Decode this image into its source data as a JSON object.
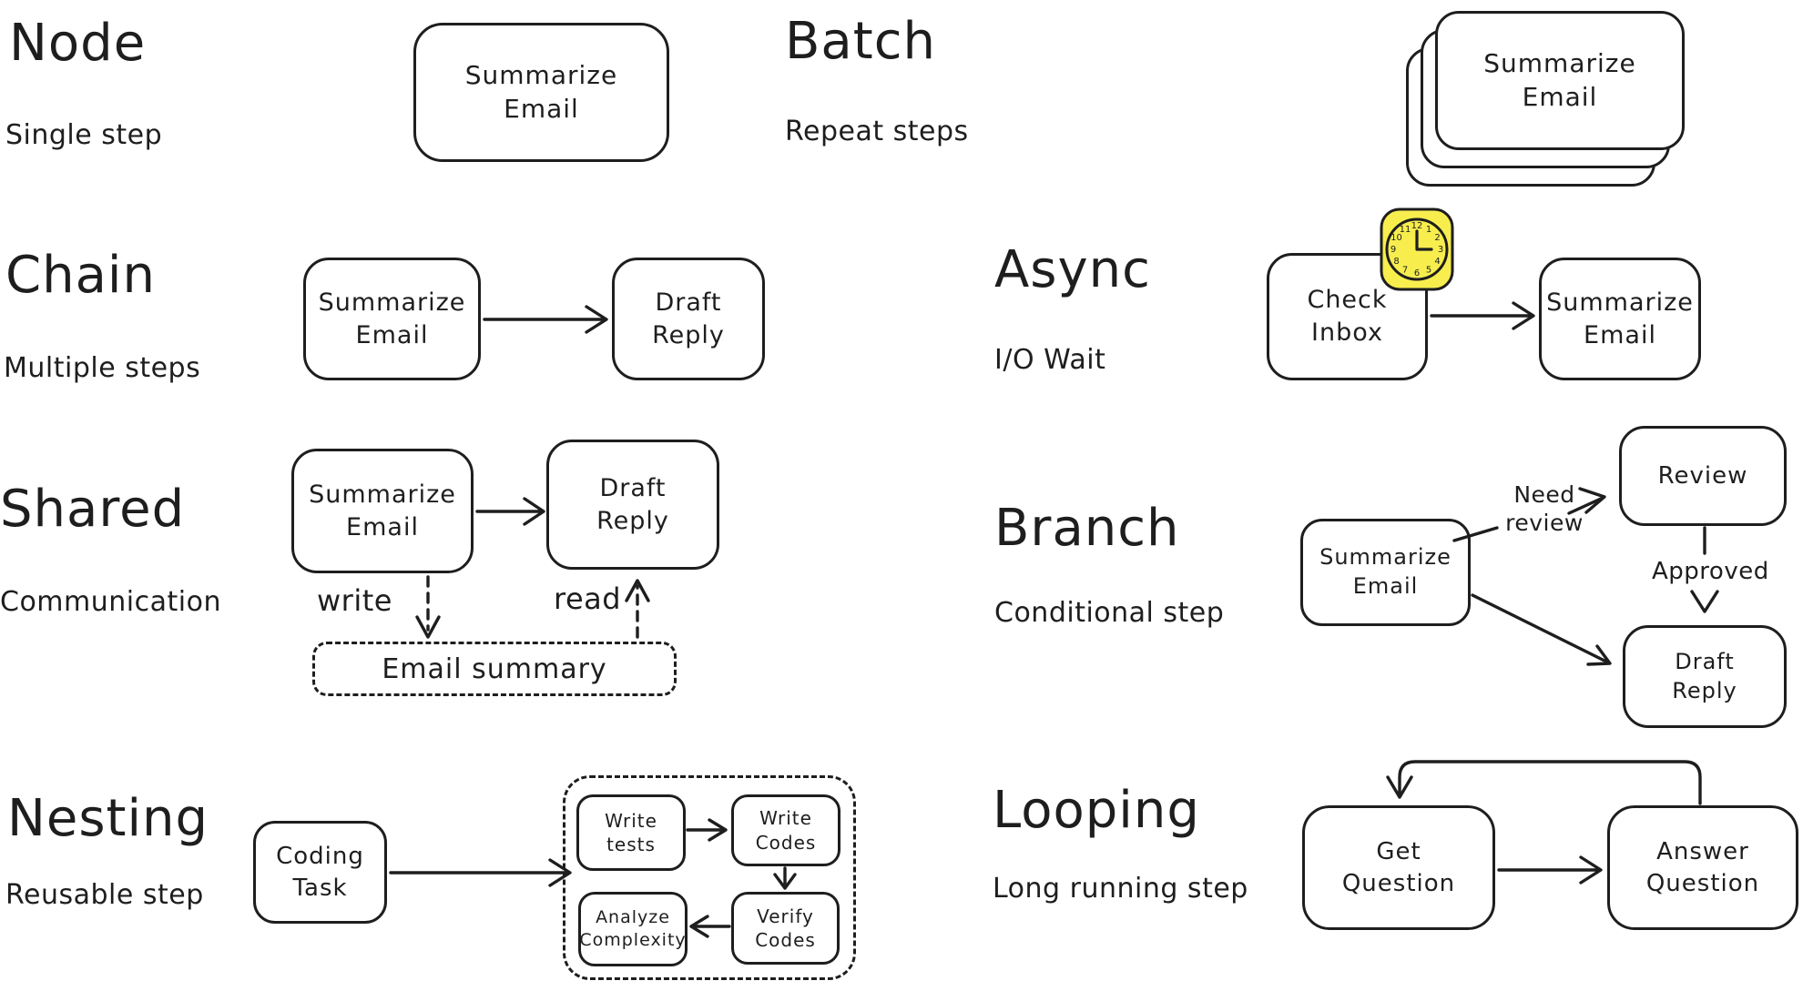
{
  "palette": {
    "ink": "#1e1e1e",
    "paper": "#ffffff",
    "clock_yellow": "#f7ee4e"
  },
  "sections": {
    "node": {
      "title": "Node",
      "subtitle": "Single step",
      "box": "Summarize\nEmail"
    },
    "batch": {
      "title": "Batch",
      "subtitle": "Repeat steps",
      "box": "Summarize\nEmail"
    },
    "chain": {
      "title": "Chain",
      "subtitle": "Multiple steps",
      "box1": "Summarize\nEmail",
      "box2": "Draft\nReply"
    },
    "async": {
      "title": "Async",
      "subtitle": "I/O Wait",
      "box1": "Check\nInbox",
      "box2": "Summarize\nEmail",
      "clock": [
        "12",
        "1",
        "2",
        "3",
        "4",
        "5",
        "6",
        "7",
        "8",
        "9",
        "10",
        "11"
      ]
    },
    "shared": {
      "title": "Shared",
      "subtitle": "Communication",
      "box1": "Summarize\nEmail",
      "box2": "Draft\nReply",
      "write_label": "write",
      "read_label": "read",
      "store": "Email summary"
    },
    "branch": {
      "title": "Branch",
      "subtitle": "Conditional step",
      "source": "Summarize\nEmail",
      "review": "Review",
      "need_review_label": "Need\nreview",
      "approved_label": "Approved",
      "draft": "Draft\nReply"
    },
    "nesting": {
      "title": "Nesting",
      "subtitle": "Reusable step",
      "outer": "Coding\nTask",
      "inner_tl": "Write\ntests",
      "inner_tr": "Write\nCodes",
      "inner_bl": "Analyze\nComplexity",
      "inner_br": "Verify\nCodes"
    },
    "looping": {
      "title": "Looping",
      "subtitle": "Long running step",
      "box1": "Get\nQuestion",
      "box2": "Answer\nQuestion"
    }
  }
}
